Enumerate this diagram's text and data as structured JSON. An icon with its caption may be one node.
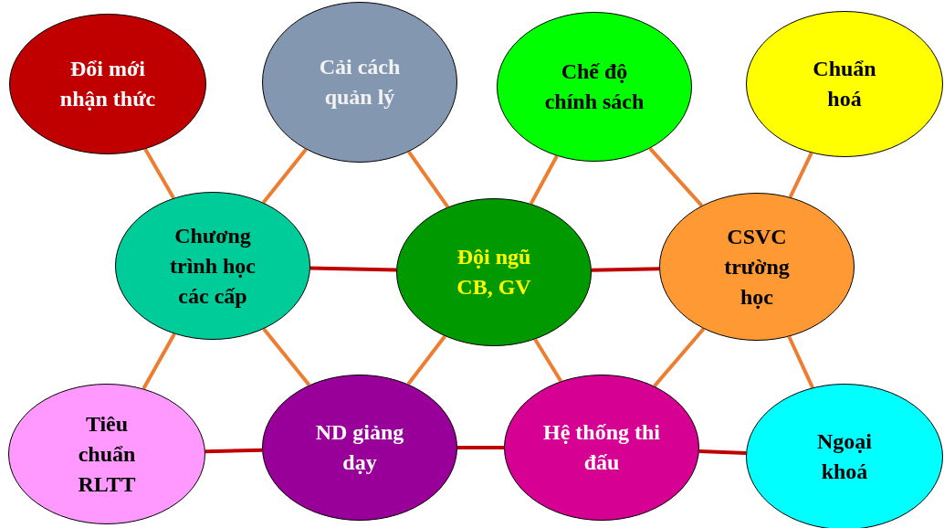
{
  "diagram": {
    "nodes": [
      {
        "text": [
          "Đổi mới nhận thức"
        ]
      },
      {
        "text": [
          "Cải cách quản lý"
        ]
      },
      {
        "text": [
          "Chế độ chính sách"
        ]
      },
      {
        "text": [
          "Chuẩn hoá"
        ]
      },
      {
        "text": [
          "Chương trình học các cấp"
        ]
      },
      {
        "text": [
          "Đội ngũ CB, GV"
        ]
      },
      {
        "text": [
          "CSVC trường học"
        ]
      },
      {
        "text": [
          "Tiêu chuẩn RLTT"
        ]
      },
      {
        "text": [
          "ND giảng dạy"
        ]
      },
      {
        "text": [
          "Hệ thống thi đấu"
        ]
      },
      {
        "text": [
          "Ngoại khoá"
        ]
      }
    ],
    "edges": [
      {
        "from": 0,
        "to": 4,
        "arrow": "none"
      },
      {
        "from": 1,
        "to": 4,
        "arrow": "none"
      },
      {
        "from": 1,
        "to": 5,
        "arrow": "none"
      },
      {
        "from": 2,
        "to": 5,
        "arrow": "none"
      },
      {
        "from": 2,
        "to": 6,
        "arrow": "none"
      },
      {
        "from": 3,
        "to": 6,
        "arrow": "none"
      },
      {
        "from": 4,
        "to": 5,
        "arrow": "none",
        "color": "#c00000"
      },
      {
        "from": 5,
        "to": 6,
        "arrow": "none",
        "color": "#c00000"
      },
      {
        "from": 4,
        "to": 7,
        "arrow": "none"
      },
      {
        "from": 4,
        "to": 8,
        "arrow": "none"
      },
      {
        "from": 5,
        "to": 8,
        "arrow": "none"
      },
      {
        "from": 5,
        "to": 9,
        "arrow": "none"
      },
      {
        "from": 6,
        "to": 9,
        "arrow": "none"
      },
      {
        "from": 6,
        "to": 10,
        "arrow": "none"
      },
      {
        "from": 7,
        "to": 8,
        "arrow": "none",
        "color": "#c00000"
      },
      {
        "from": 8,
        "to": 9,
        "arrow": "none",
        "color": "#c00000"
      },
      {
        "from": 9,
        "to": 10,
        "arrow": "none",
        "color": "#c00000"
      }
    ]
  }
}
